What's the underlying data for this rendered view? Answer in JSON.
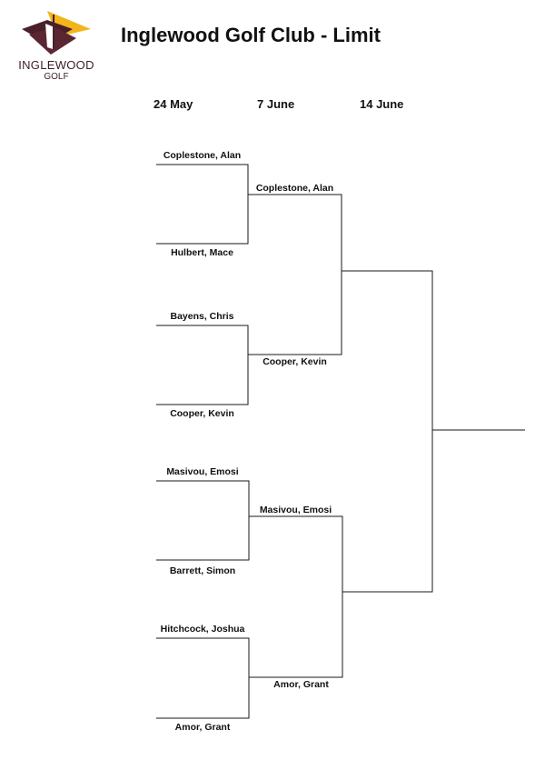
{
  "header": {
    "logo_name": "INGLEWOOD",
    "logo_sub": "GOLF",
    "title": "Inglewood Golf Club - Limit",
    "colors": {
      "logo_maroon": "#4a1f2a",
      "logo_gold": "#f2b51c"
    }
  },
  "rounds": [
    "24 May",
    "7 June",
    "14 June"
  ],
  "round1": [
    "Coplestone, Alan",
    "Hulbert, Mace",
    "Bayens, Chris",
    "Cooper, Kevin",
    "Masivou, Emosi",
    "Barrett, Simon",
    "Hitchcock, Joshua",
    "Amor, Grant"
  ],
  "round2": [
    "Coplestone, Alan",
    "Cooper, Kevin",
    "Masivou, Emosi",
    "Amor, Grant"
  ]
}
